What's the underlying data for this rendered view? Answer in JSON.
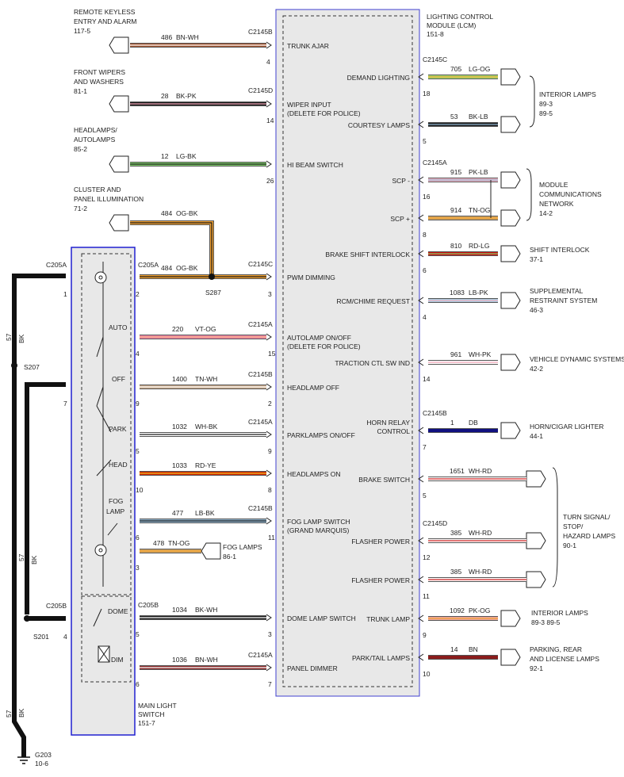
{
  "left_labels": {
    "rke": [
      "REMOTE KEYLESS",
      "ENTRY AND ALARM",
      "117-5"
    ],
    "wipers": [
      "FRONT WIPERS",
      "AND WASHERS",
      "81-1"
    ],
    "headlamps": [
      "HEADLAMPS/",
      "AUTOLAMPS",
      "85-2"
    ],
    "cluster": [
      "CLUSTER AND",
      "PANEL ILLUMINATION",
      "71-2"
    ],
    "fog": [
      "FOG LAMPS",
      "86-1"
    ],
    "mls": [
      "MAIN LIGHT",
      "SWITCH",
      "151-7"
    ],
    "ground": [
      "G203",
      "10-6"
    ]
  },
  "lcm_title": [
    "LIGHTING CONTROL",
    "MODULE (LCM)",
    "151-8"
  ],
  "splices": {
    "s207": "S207",
    "s201": "S201",
    "s287": "S287"
  },
  "ground_wires": [
    {
      "num": "57",
      "color": "BK"
    },
    {
      "num": "57",
      "color": "BK"
    },
    {
      "num": "57",
      "color": "BK"
    }
  ],
  "connectors": {
    "c205a": "C205A",
    "c205b": "C205B",
    "c2145a": "C2145A",
    "c2145b": "C2145B",
    "c2145c": "C2145C",
    "c2145d": "C2145D"
  },
  "switch_positions": {
    "auto": "AUTO",
    "off": "OFF",
    "park": "PARK",
    "head": "HEAD",
    "fog": [
      "FOG",
      "LAMP"
    ],
    "dome": "DOME",
    "dim": "DIM"
  },
  "top_wires": [
    {
      "num": "486",
      "color": "BN-WH",
      "conn": "C2145B",
      "pin": "4",
      "label": [
        "TRUNK AJAR"
      ],
      "colors": [
        "#a0522d",
        "#ffffff"
      ]
    },
    {
      "num": "28",
      "color": "BK-PK",
      "conn": "C2145D",
      "pin": "14",
      "label": [
        "WIPER INPUT",
        "(DELETE FOR POLICE)"
      ],
      "colors": [
        "#1a1a1a",
        "#f4a3b8"
      ]
    },
    {
      "num": "12",
      "color": "LG-BK",
      "conn": "",
      "pin": "26",
      "label": [
        "HI BEAM SWITCH"
      ],
      "colors": [
        "#7fce6a",
        "#1a1a1a"
      ]
    },
    {
      "num": "484",
      "color": "OG-BK",
      "conn": "",
      "pin": "",
      "label": [],
      "colors": [
        "#f0a030",
        "#1a1a1a"
      ]
    }
  ],
  "pwm_wire": {
    "num": "484",
    "color": "OG-BK",
    "conn_l": "C205A",
    "conn_r": "C2145C",
    "pin_l": "2",
    "pin_r": "3",
    "label": [
      "PWM DIMMING"
    ]
  },
  "switch_wires": [
    {
      "num": "220",
      "color": "VT-OG",
      "conn": "C2145A",
      "pin_l": "4",
      "pin_r": "15",
      "label": [
        "AUTOLAMP ON/OFF",
        "(DELETE FOR POLICE)"
      ],
      "colors": [
        "#f084ac",
        "#f3b07c"
      ]
    },
    {
      "num": "1400",
      "color": "TN-WH",
      "conn": "C2145B",
      "pin_l": "9",
      "pin_r": "2",
      "label": [
        "HEADLAMP OFF"
      ],
      "colors": [
        "#c8a888",
        "#ffffff"
      ]
    },
    {
      "num": "1032",
      "color": "WH-BK",
      "conn": "C2145A",
      "pin_l": "5",
      "pin_r": "9",
      "label": [
        "PARKLAMPS ON/OFF"
      ],
      "colors": [
        "#ffffff",
        "#222222"
      ]
    },
    {
      "num": "1033",
      "color": "RD-YE",
      "conn": "",
      "pin_l": "10",
      "pin_r": "8",
      "label": [
        "HEADLAMPS ON"
      ],
      "colors": [
        "#cc2200",
        "#f0c020"
      ]
    },
    {
      "num": "477",
      "color": "LB-BK",
      "conn": "C2145B",
      "pin_l": "6",
      "pin_r": "11",
      "label": [
        "FOG LAMP SWITCH",
        "(GRAND MARQUIS)"
      ],
      "colors": [
        "#8fb4cf",
        "#1a1a1a"
      ]
    },
    {
      "num": "478",
      "color": "TN-OG",
      "conn": "",
      "pin_l": "3",
      "pin_r": "",
      "label": [],
      "colors": [
        "#d9a860",
        "#f0a030"
      ]
    },
    {
      "num": "1034",
      "color": "BK-WH",
      "conn": "C205B",
      "pin_l": "5",
      "pin_r": "3",
      "label": [
        "DOME LAMP SWITCH"
      ],
      "colors": [
        "#1a1a1a",
        "#ffffff"
      ]
    },
    {
      "num": "1036",
      "color": "BN-WH",
      "conn": "C2145A",
      "pin_l": "6",
      "pin_r": "7",
      "label": [
        "PANEL DIMMER"
      ],
      "colors": [
        "#8a2a2a",
        "#ffffff"
      ]
    }
  ],
  "lcm_outputs": [
    {
      "label": [
        "DEMAND LIGHTING"
      ],
      "conn": "C2145C",
      "pin": "18",
      "num": "705",
      "color": "LG-OG",
      "colors": [
        "#a6e070",
        "#f0a030"
      ]
    },
    {
      "label": [
        "COURTESY LAMPS"
      ],
      "conn": "",
      "pin": "5",
      "num": "53",
      "color": "BK-LB",
      "colors": [
        "#1a1a1a",
        "#8fb4cf"
      ]
    },
    {
      "label": [
        "SCP -"
      ],
      "conn": "C2145A",
      "pin": "16",
      "num": "915",
      "color": "PK-LB",
      "colors": [
        "#f4b6c8",
        "#8fb4cf"
      ]
    },
    {
      "label": [
        "SCP +"
      ],
      "conn": "",
      "pin": "8",
      "num": "914",
      "color": "TN-OG",
      "colors": [
        "#d9a860",
        "#f0a030"
      ]
    },
    {
      "label": [
        "BRAKE SHIFT INTERLOCK"
      ],
      "conn": "",
      "pin": "6",
      "num": "810",
      "color": "RD-LG",
      "colors": [
        "#cc1111",
        "#7fce6a"
      ]
    },
    {
      "label": [
        "RCM/CHIME REQUEST"
      ],
      "conn": "",
      "pin": "4",
      "num": "1083",
      "color": "LB-PK",
      "colors": [
        "#a8c8dc",
        "#f4b6c8"
      ]
    },
    {
      "label": [
        "TRACTION CTL SW IND"
      ],
      "conn": "",
      "pin": "14",
      "num": "961",
      "color": "WH-PK",
      "colors": [
        "#ffffff",
        "#f4a3b8"
      ]
    },
    {
      "label": [
        "HORN RELAY",
        "CONTROL"
      ],
      "conn": "C2145B",
      "pin": "7",
      "num": "1",
      "color": "DB",
      "colors": [
        "#101080",
        "#101080"
      ]
    },
    {
      "label": [
        "BRAKE SWITCH"
      ],
      "conn": "",
      "pin": "5",
      "num": "1651",
      "color": "WH-RD",
      "colors": [
        "#ffffff",
        "#cc2222"
      ]
    },
    {
      "label": [
        "FLASHER POWER"
      ],
      "conn": "C2145D",
      "pin": "12",
      "num": "385",
      "color": "WH-RD",
      "colors": [
        "#ffffff",
        "#cc2222"
      ]
    },
    {
      "label": [
        "FLASHER POWER"
      ],
      "conn": "",
      "pin": "11",
      "num": "385",
      "color": "WH-RD",
      "colors": [
        "#ffffff",
        "#cc2222"
      ]
    },
    {
      "label": [
        "TRUNK LAMP"
      ],
      "conn": "",
      "pin": "9",
      "num": "1092",
      "color": "PK-OG",
      "colors": [
        "#f0a8a0",
        "#f0a030"
      ]
    },
    {
      "label": [
        "PARK/TAIL LAMPS"
      ],
      "conn": "",
      "pin": "10",
      "num": "14",
      "color": "BN",
      "colors": [
        "#8a1c1c",
        "#8a1c1c"
      ]
    }
  ],
  "right_destinations": {
    "interior1": [
      "INTERIOR LAMPS",
      "89-3",
      "89-5"
    ],
    "network": [
      "MODULE",
      "COMMUNICATIONS",
      "NETWORK",
      "14-2"
    ],
    "shift": [
      "SHIFT INTERLOCK",
      "37-1"
    ],
    "srs": [
      "SUPPLEMENTAL",
      "RESTRAINT SYSTEM",
      "46-3"
    ],
    "vds": [
      "VEHICLE DYNAMIC SYSTEMS",
      "42-2"
    ],
    "horn": [
      "HORN/CIGAR LIGHTER",
      "44-1"
    ],
    "turn": [
      "TURN SIGNAL/",
      "STOP/",
      "HAZARD LAMPS",
      "90-1"
    ],
    "interior2": [
      "INTERIOR LAMPS",
      "89-3    89-5"
    ],
    "parking": [
      "PARKING, REAR",
      "AND LICENSE LAMPS",
      "92-1"
    ]
  },
  "left_pins": {
    "c205a_pin": "1",
    "s207_pin": "7",
    "c205b_pin": "4"
  }
}
